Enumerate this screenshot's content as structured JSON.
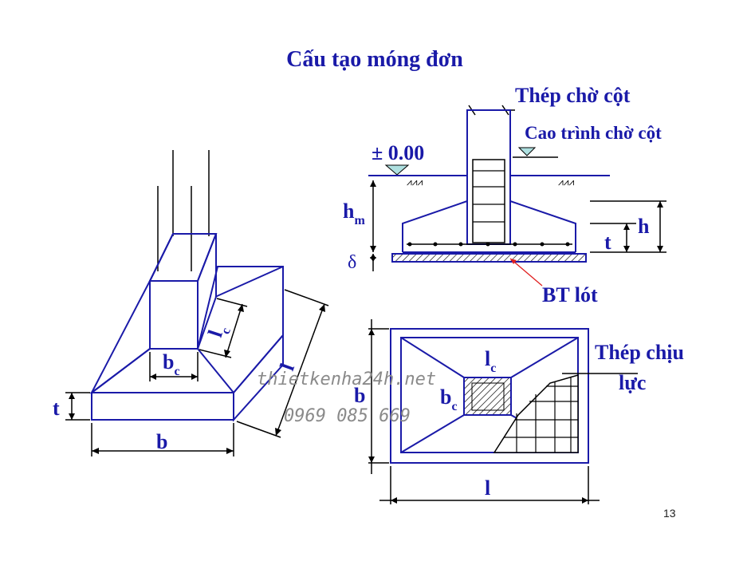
{
  "title": "Cấu tạo móng đơn",
  "page_number": "13",
  "watermark": {
    "site": "thietkenha24h.net",
    "phone": "0969 085 669"
  },
  "iso_view": {
    "label_t": "t",
    "label_b": "b",
    "label_bc": "b",
    "label_bc_sub": "c",
    "label_lc": "l",
    "label_lc_sub": "c",
    "label_l": "l"
  },
  "section_view": {
    "label_column_rebar": "Thép chờ cột",
    "label_column_level": "Cao trình chờ cột",
    "label_ground_level": "± 0.00",
    "label_hm": "h",
    "label_hm_sub": "m",
    "label_delta": "δ",
    "label_h": "h",
    "label_t": "t",
    "label_lean_concrete": "BT lót"
  },
  "plan_view": {
    "label_lc": "l",
    "label_lc_sub": "c",
    "label_bc": "b",
    "label_bc_sub": "c",
    "label_b": "b",
    "label_l": "l",
    "label_main_rebar_1": "Thép chịu",
    "label_main_rebar_2": "lực"
  },
  "colors": {
    "line": "#1a1aa8",
    "dim": "#000000",
    "leader": "#e02020",
    "fill": "#ffffff"
  }
}
